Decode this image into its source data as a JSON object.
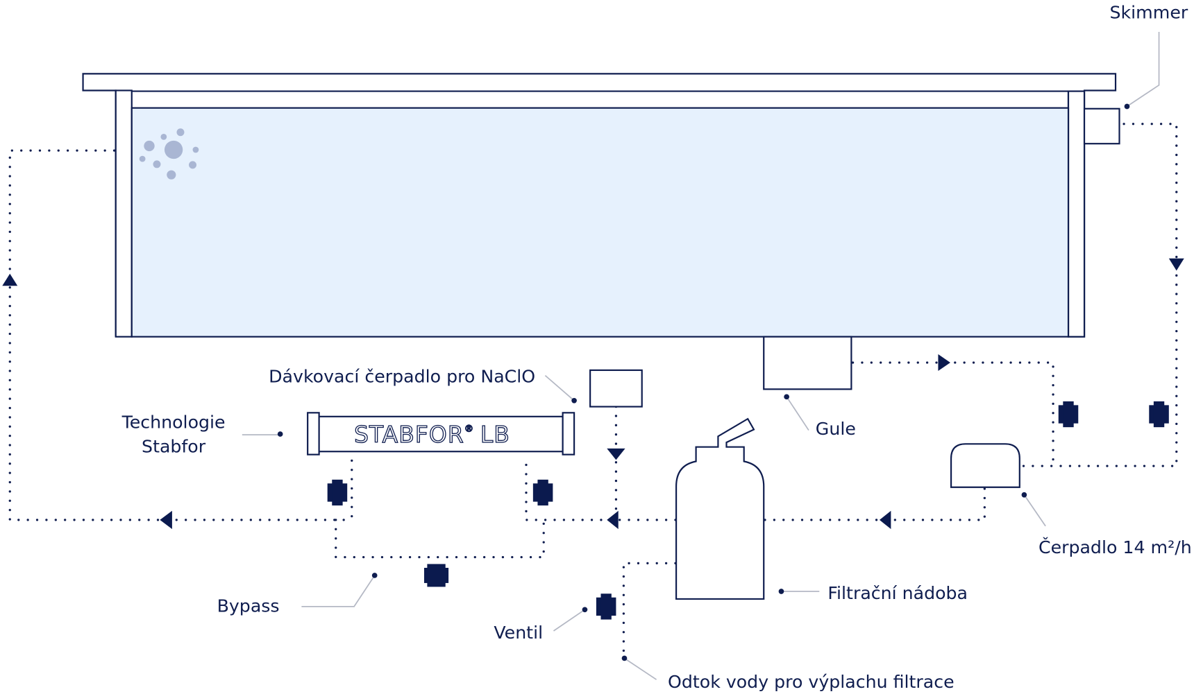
{
  "colors": {
    "ink": "#0f1d4f",
    "water": "#e6f1fd",
    "leader": "#b4b8c4",
    "bubbles": "#a9b6d3"
  },
  "labels": {
    "skimmer": "Skimmer",
    "dosing_pump": "Dávkovací čerpadlo pro NaClO",
    "technology_line1": "Technologie",
    "technology_line2": "Stabfor",
    "gule": "Gule",
    "pump": "Čerpadlo 14 m²/h",
    "filter": "Filtrační nádoba",
    "bypass": "Bypass",
    "valve": "Ventil",
    "drain": "Odtok vody pro výplachu filtrace"
  },
  "device": {
    "brand": "STABFOR",
    "registered": "®",
    "model": "LB"
  },
  "icons": [
    "valve-icon",
    "flow-arrow-icon",
    "bubbles-icon"
  ]
}
